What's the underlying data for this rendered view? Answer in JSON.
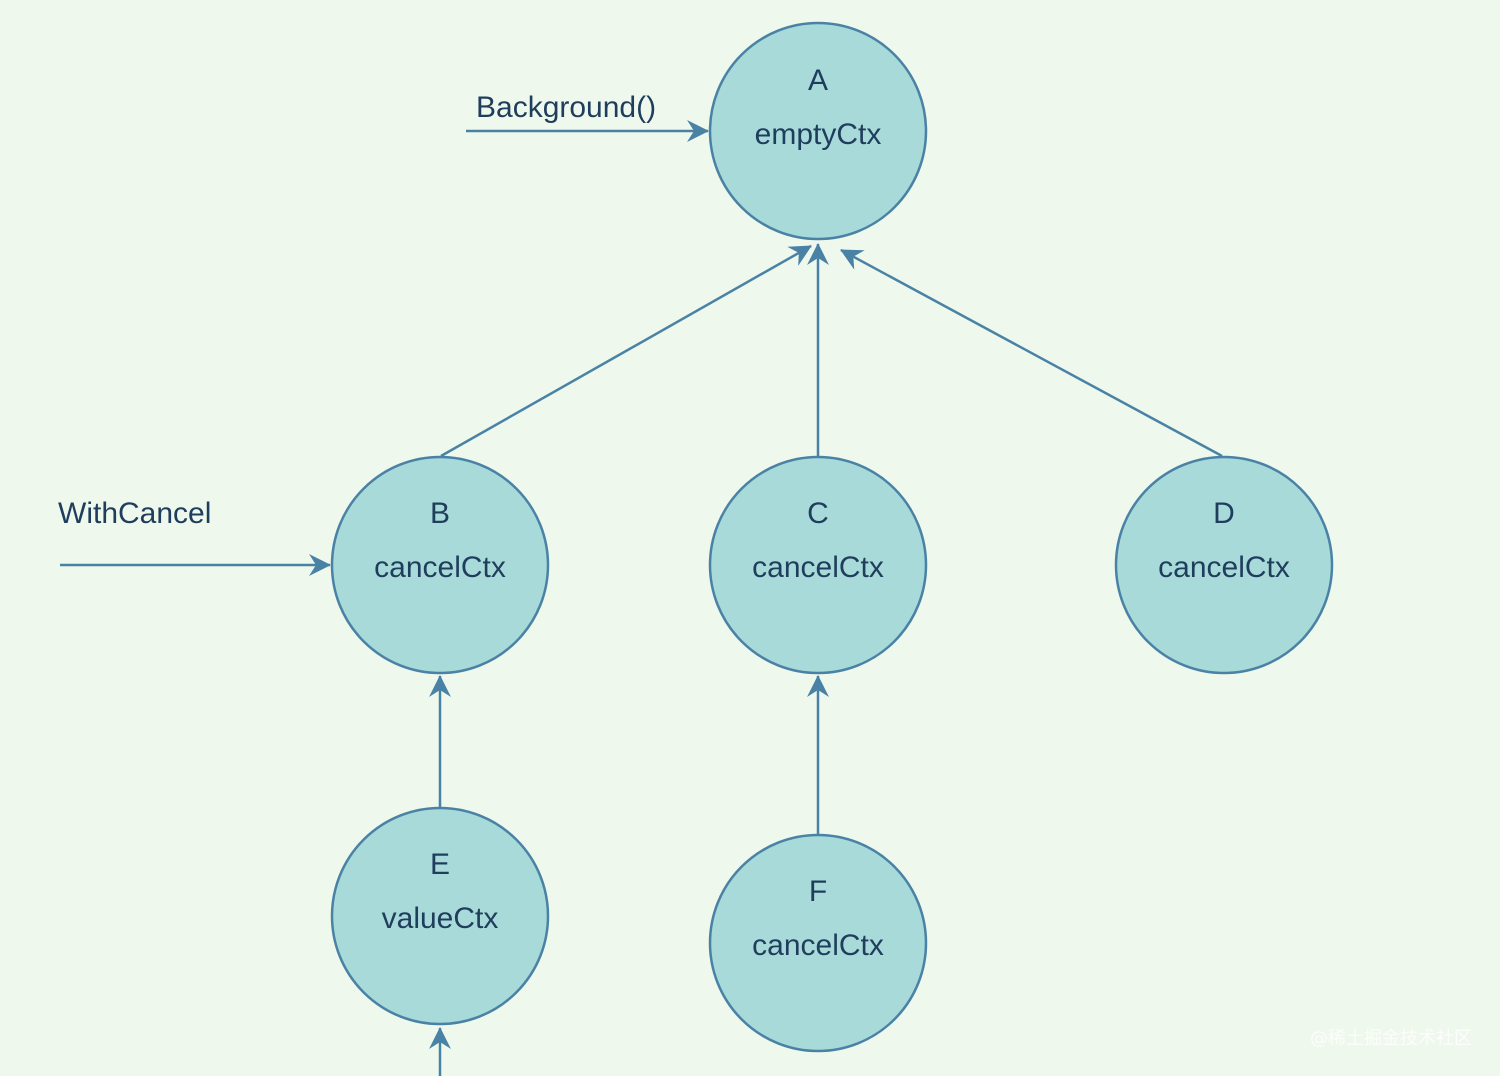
{
  "diagram": {
    "nodes": [
      {
        "id": "A",
        "letter": "A",
        "type": "emptyCtx"
      },
      {
        "id": "B",
        "letter": "B",
        "type": "cancelCtx"
      },
      {
        "id": "C",
        "letter": "C",
        "type": "cancelCtx"
      },
      {
        "id": "D",
        "letter": "D",
        "type": "cancelCtx"
      },
      {
        "id": "E",
        "letter": "E",
        "type": "valueCtx"
      },
      {
        "id": "F",
        "letter": "F",
        "type": "cancelCtx"
      }
    ],
    "edges": [
      {
        "from": "B",
        "to": "A"
      },
      {
        "from": "C",
        "to": "A"
      },
      {
        "from": "D",
        "to": "A"
      },
      {
        "from": "E",
        "to": "B"
      },
      {
        "from": "F",
        "to": "C"
      }
    ],
    "external_inputs": [
      {
        "label": "Background()",
        "target": "A"
      },
      {
        "label": "WithCancel",
        "target": "B"
      }
    ],
    "colors": {
      "background": "#eef8ec",
      "node_fill": "#a8dad9",
      "stroke": "#4a82a6",
      "text": "#1f3d5c"
    }
  },
  "watermark": "@稀土掘金技术社区"
}
